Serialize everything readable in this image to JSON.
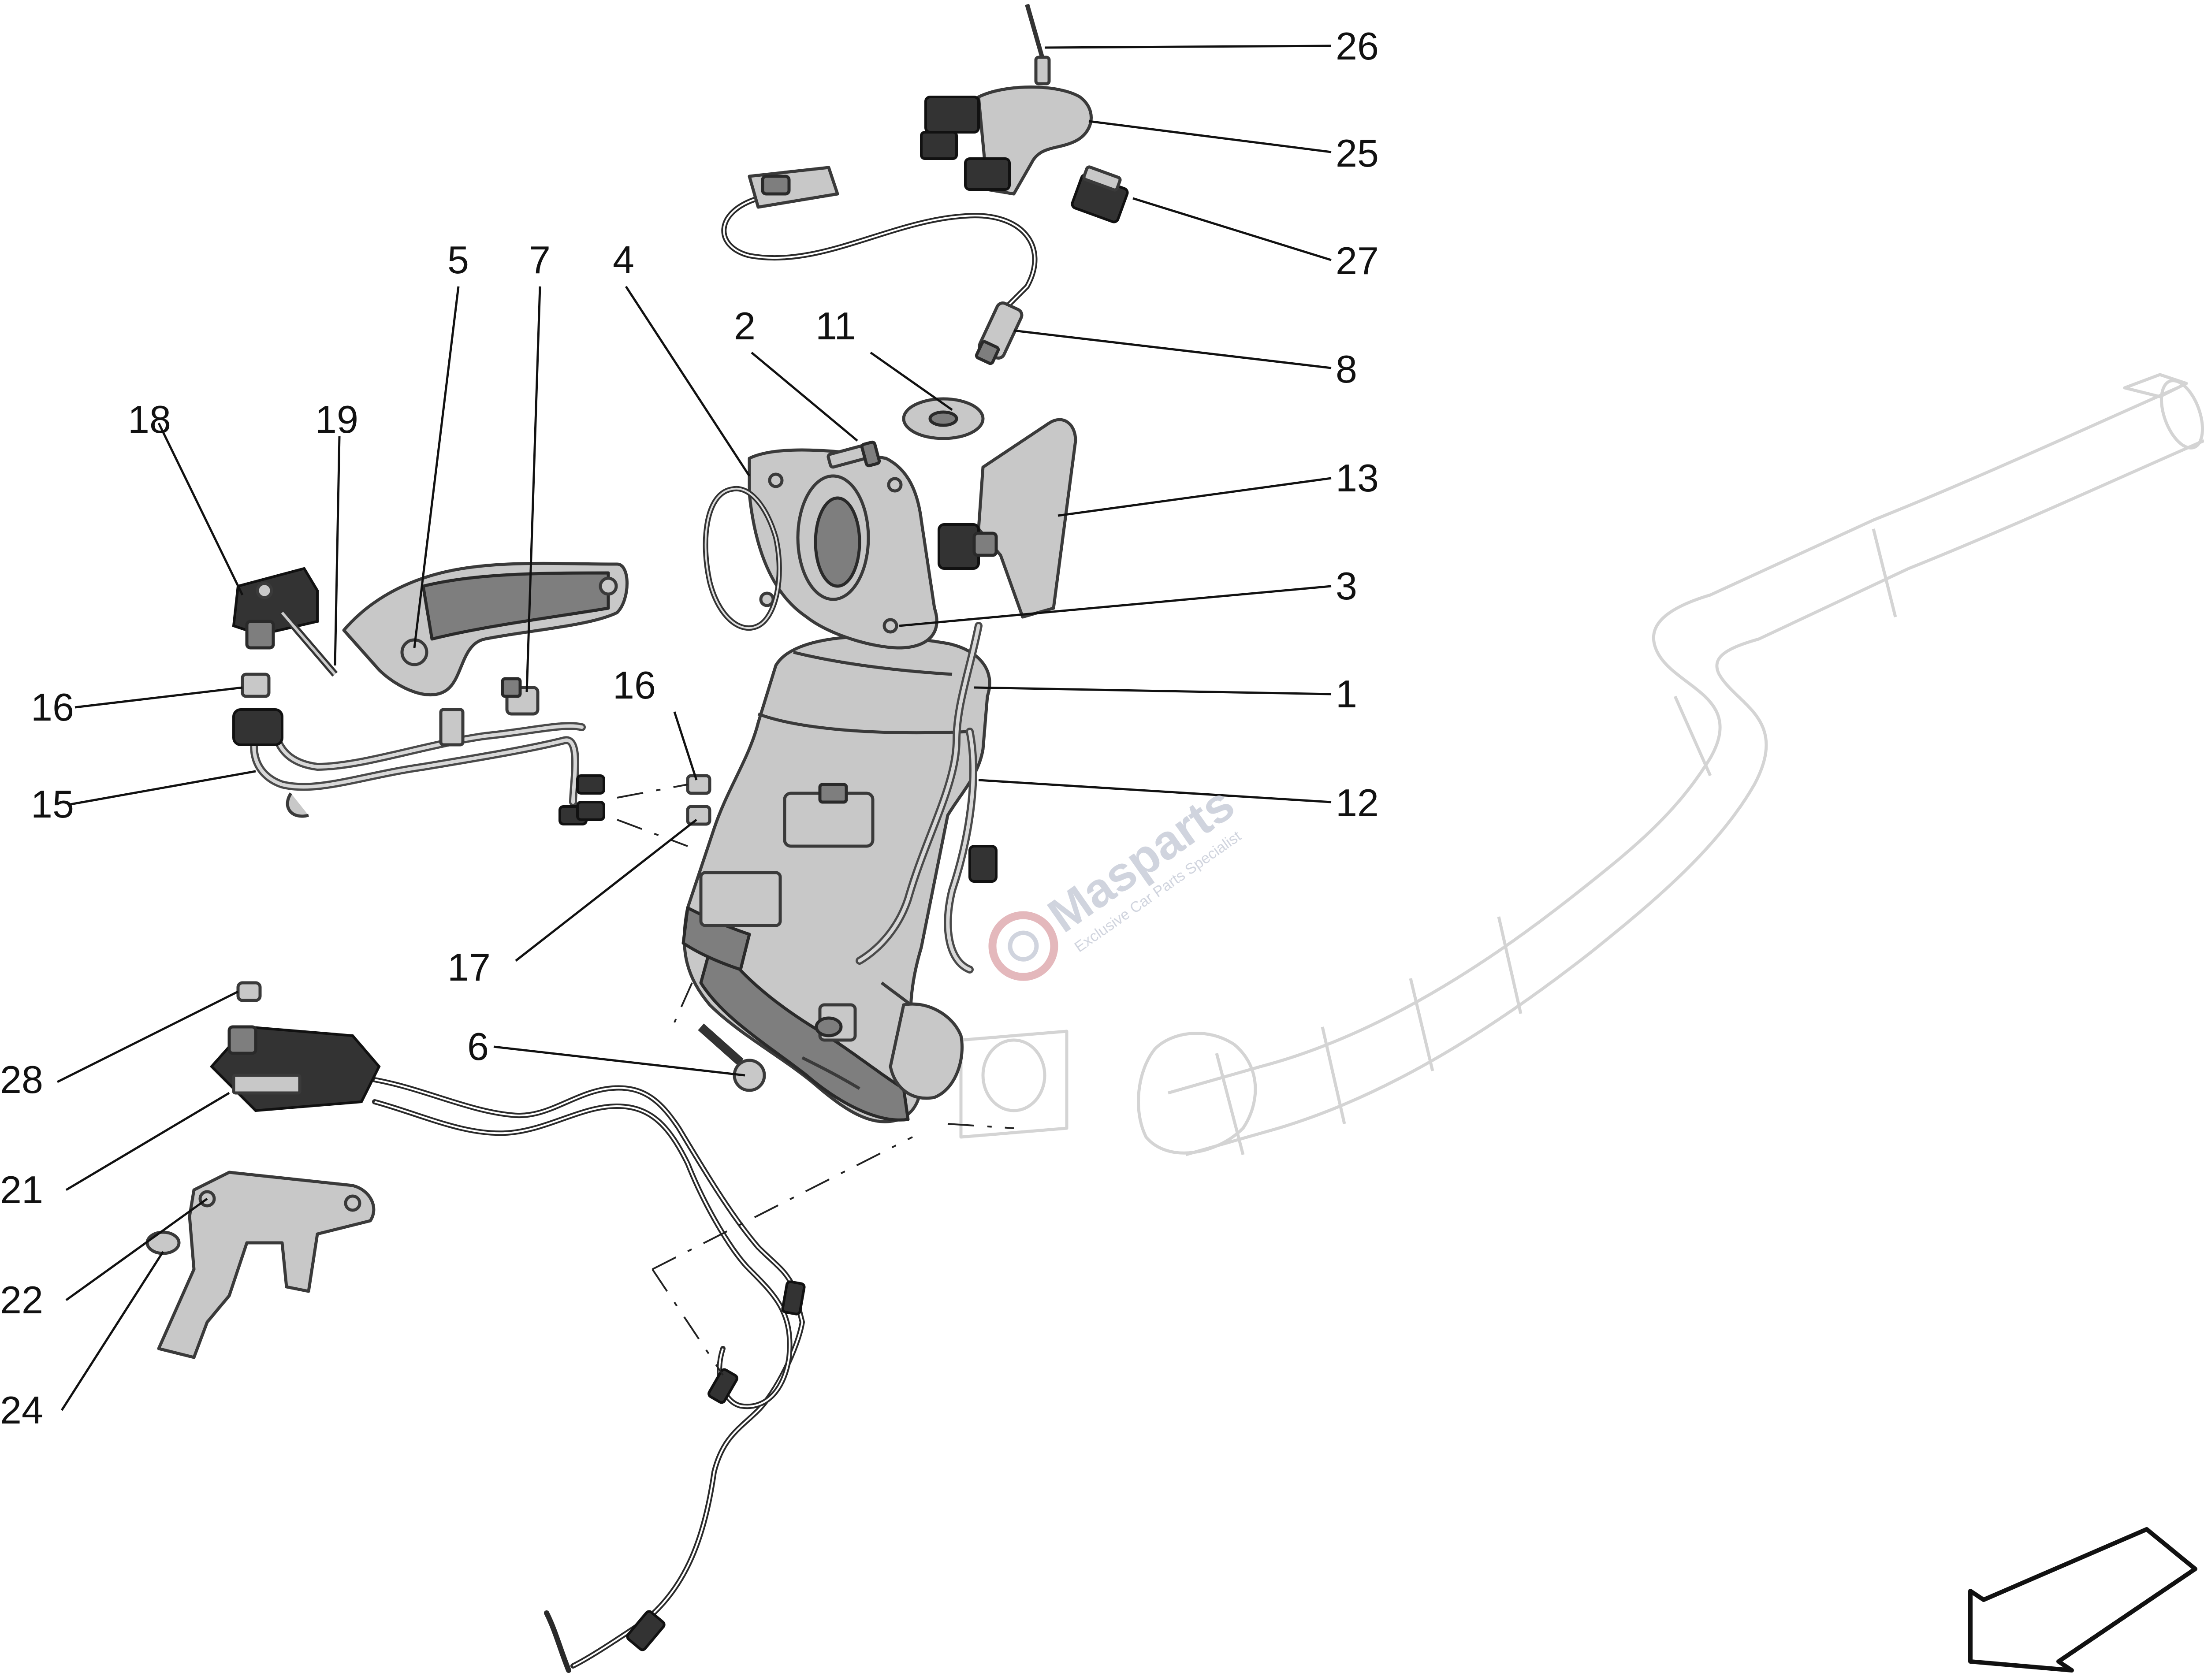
{
  "callouts": [
    {
      "id": "c26",
      "label": "26"
    },
    {
      "id": "c25",
      "label": "25"
    },
    {
      "id": "c27",
      "label": "27"
    },
    {
      "id": "c8",
      "label": "8"
    },
    {
      "id": "c13",
      "label": "13"
    },
    {
      "id": "c3",
      "label": "3"
    },
    {
      "id": "c1",
      "label": "1"
    },
    {
      "id": "c12",
      "label": "12"
    },
    {
      "id": "c5",
      "label": "5"
    },
    {
      "id": "c7",
      "label": "7"
    },
    {
      "id": "c4",
      "label": "4"
    },
    {
      "id": "c2",
      "label": "2"
    },
    {
      "id": "c11",
      "label": "11"
    },
    {
      "id": "c18",
      "label": "18"
    },
    {
      "id": "c19",
      "label": "19"
    },
    {
      "id": "c16a",
      "label": "16"
    },
    {
      "id": "c15",
      "label": "15"
    },
    {
      "id": "c16b",
      "label": "16"
    },
    {
      "id": "c17",
      "label": "17"
    },
    {
      "id": "c6",
      "label": "6"
    },
    {
      "id": "c28",
      "label": "28"
    },
    {
      "id": "c21",
      "label": "21"
    },
    {
      "id": "c22",
      "label": "22"
    },
    {
      "id": "c24",
      "label": "24"
    }
  ],
  "watermark": {
    "brand": "Masparts",
    "tagline": "Exclusive Car Parts Specialist"
  },
  "direction_arrow": {
    "icon": "direction-arrow-icon"
  }
}
